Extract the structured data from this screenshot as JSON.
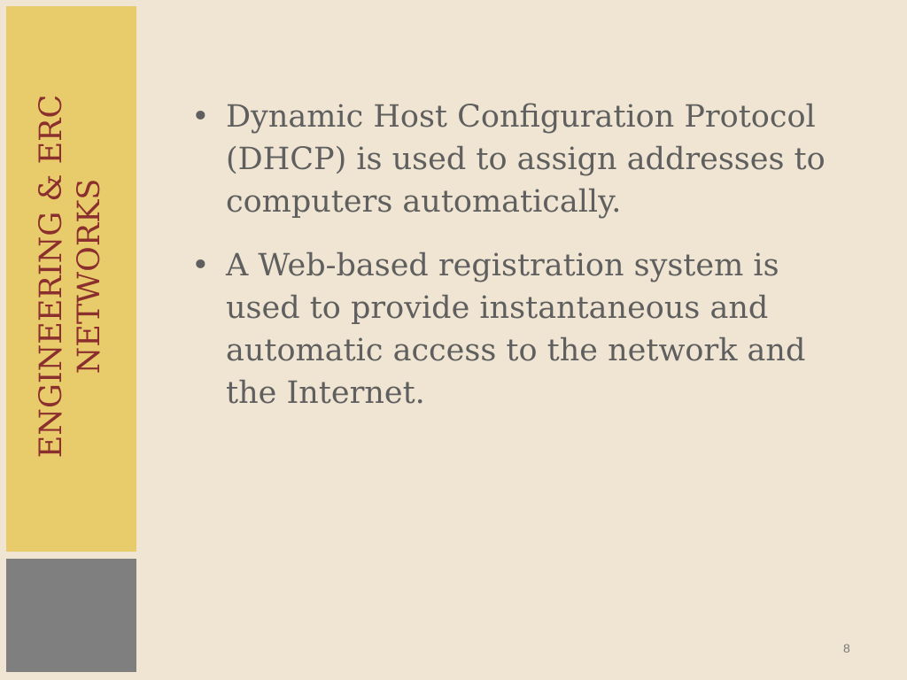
{
  "sidebar": {
    "title_line_1": "ENGINEERING & ERC",
    "title_line_2": "NETWORKS"
  },
  "bullets": [
    {
      "symbol": "•",
      "text": "Dynamic Host Configuration Protocol (DHCP) is used to assign addresses to computers automatically."
    },
    {
      "symbol": "•",
      "text": "A Web-based registration system is used to provide instantaneous and automatic access to the network and the Internet."
    }
  ],
  "footer": {
    "page_number": "8"
  },
  "colors": {
    "background": "#efe5d2",
    "title_bar": "#e8cb6a",
    "title_text": "#8b2e2e",
    "grey_block": "#7f7f7f",
    "body_text": "#5f5f5f"
  }
}
